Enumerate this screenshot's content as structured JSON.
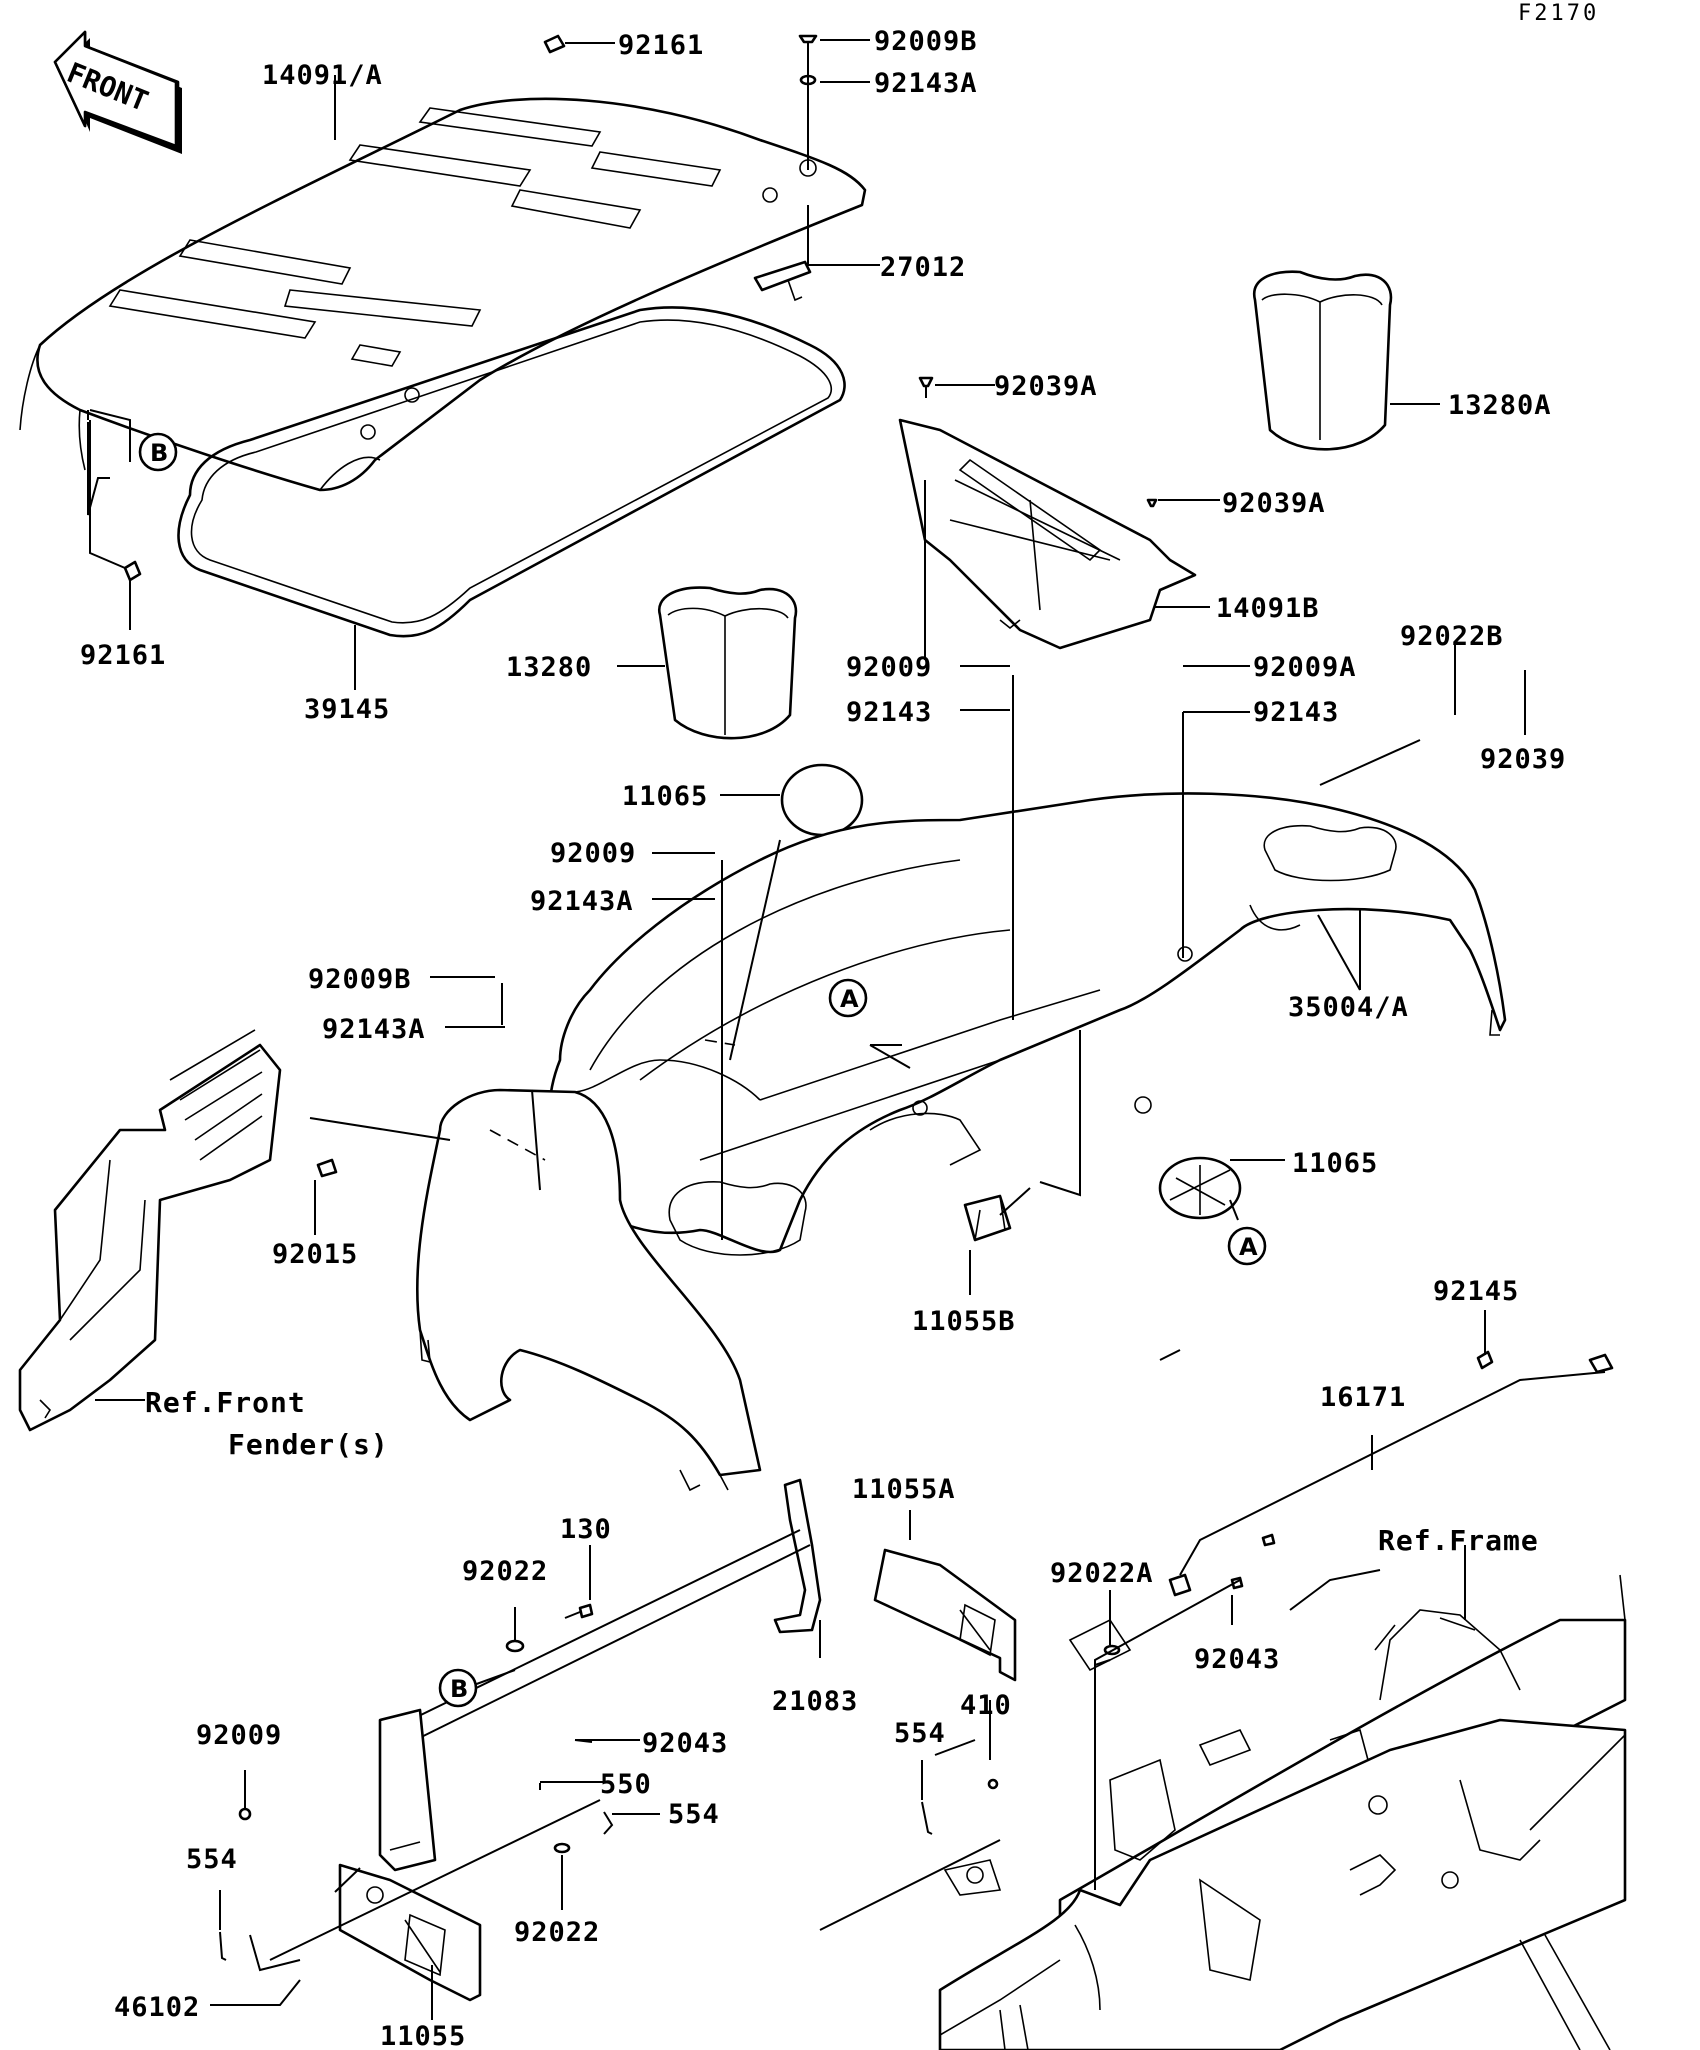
{
  "figure_code": "F2170",
  "front_arrow": {
    "label": "FRONT"
  },
  "refs": {
    "front_fender_line1": "Ref.Front",
    "front_fender_line2": "Fender(s)",
    "frame": "Ref.Frame"
  },
  "circle_markers": {
    "A": "A",
    "B": "B"
  },
  "parts": [
    "14091/A",
    "92161",
    "92009B",
    "92143A",
    "27012",
    "92161",
    "39145",
    "92039A",
    "13280A",
    "92039A",
    "14091B",
    "13280",
    "92009",
    "92143",
    "92009A",
    "92143",
    "92022B",
    "92039",
    "11065",
    "92009",
    "92143A",
    "92009B",
    "92143A",
    "35004/A",
    "92015",
    "11065",
    "11055B",
    "Ref.Front",
    "92145",
    "16171",
    "11055A",
    "130",
    "92022",
    "21083",
    "92022A",
    "92043",
    "410",
    "554",
    "92009",
    "92043",
    "550",
    "554",
    "554",
    "92022",
    "46102",
    "11055"
  ]
}
